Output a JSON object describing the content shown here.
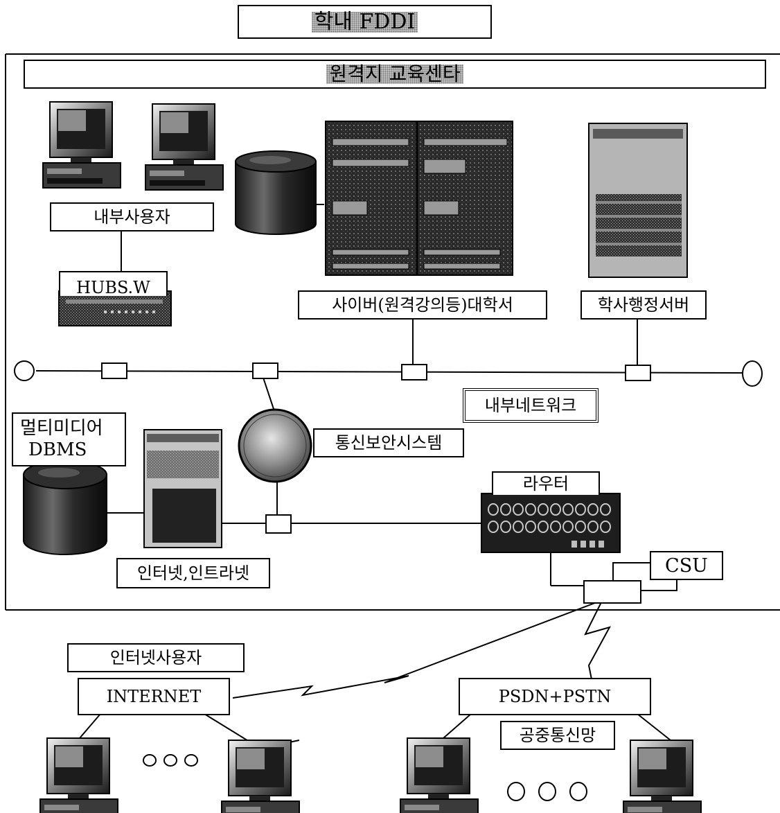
{
  "header": {
    "fddi_label": "학내 FDDI"
  },
  "center": {
    "title": "원격지 교육센타"
  },
  "nodes": {
    "internal_users": "내부사용자",
    "hub": "HUBS.W",
    "cyber_server": "사이버(원격강의등)대학서",
    "admin_server": "학사행정서버",
    "internal_network": "내부네트워크",
    "multimedia_dbms_line1": "멀티미디어",
    "multimedia_dbms_line2": "DBMS",
    "security_system": "통신보안시스템",
    "router": "라우터",
    "intranet": "인터넷,인트라넷",
    "csu": "CSU",
    "internet_users": "인터넷사용자",
    "internet": "INTERNET",
    "psdn_pstn": "PSDN+PSTN",
    "public_network": "공중통신망"
  },
  "icons": {
    "workstation": "desktop-computer-icon",
    "disk": "database-cylinder-icon",
    "server_rack": "server-rack-icon",
    "tower": "tower-server-icon",
    "globe": "firewall-globe-icon",
    "router": "router-icon",
    "hub": "hub-switch-icon",
    "ellipsis": "more-dots-icon"
  }
}
